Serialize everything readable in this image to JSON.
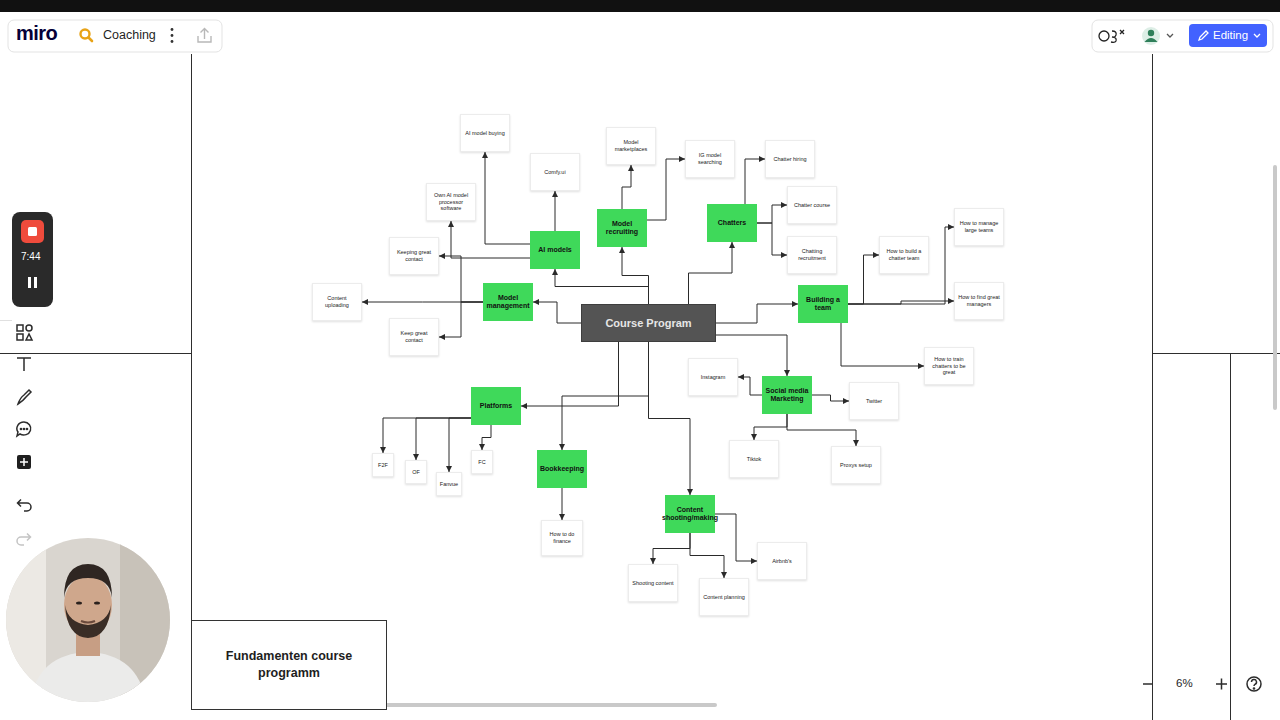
{
  "diagram": {
    "nodes": [
      {
        "text": [
          "Course Program"
        ]
      },
      {
        "text": [
          "AI models"
        ]
      },
      {
        "text": [
          "AI model buying"
        ]
      },
      {
        "text": [
          "Comfy.ui"
        ]
      },
      {
        "text": [
          "Own AI model processor software"
        ]
      },
      {
        "text": [
          "Model recruiting"
        ]
      },
      {
        "text": [
          "Model marketplaces"
        ]
      },
      {
        "text": [
          "IG model searching"
        ]
      },
      {
        "text": [
          "Chatters"
        ]
      },
      {
        "text": [
          "Chatter hiring"
        ]
      },
      {
        "text": [
          "Chatter course"
        ]
      },
      {
        "text": [
          "Chatting recruitment"
        ]
      },
      {
        "text": [
          "Building a team"
        ]
      },
      {
        "text": [
          "How to build a chatter team"
        ]
      },
      {
        "text": [
          "How to manage large teams"
        ]
      },
      {
        "text": [
          "How to find great managers"
        ]
      },
      {
        "text": [
          "How to train chatters to be great"
        ]
      },
      {
        "text": [
          "Social media Marketing"
        ]
      },
      {
        "text": [
          "Instagram"
        ]
      },
      {
        "text": [
          "Twitter"
        ]
      },
      {
        "text": [
          "Tiktok"
        ]
      },
      {
        "text": [
          "Proxys setup"
        ]
      },
      {
        "text": [
          "Content shooting/making"
        ]
      },
      {
        "text": [
          "Shooting content"
        ]
      },
      {
        "text": [
          "Content planning"
        ]
      },
      {
        "text": [
          "Airbnb's"
        ]
      },
      {
        "text": [
          "Bookkeeping"
        ]
      },
      {
        "text": [
          "How to do finance"
        ]
      },
      {
        "text": [
          "Platforms"
        ]
      },
      {
        "text": [
          "F2F"
        ]
      },
      {
        "text": [
          "OF"
        ]
      },
      {
        "text": [
          "Fanvue"
        ]
      },
      {
        "text": [
          "FC"
        ]
      },
      {
        "text": [
          "Model management"
        ]
      },
      {
        "text": [
          "Keeping great contact"
        ]
      },
      {
        "text": [
          "Content uploading"
        ]
      },
      {
        "text": [
          "Keep great contact"
        ]
      },
      {
        "text": [
          "Fundamenten course programm"
        ]
      }
    ],
    "edges": [
      {
        "from": 0,
        "to": 1,
        "arrow": "to"
      },
      {
        "from": 1,
        "to": 2,
        "arrow": "to"
      },
      {
        "from": 1,
        "to": 3,
        "arrow": "to"
      },
      {
        "from": 1,
        "to": 4,
        "arrow": "to"
      },
      {
        "from": 0,
        "to": 5,
        "arrow": "to"
      },
      {
        "from": 5,
        "to": 6,
        "arrow": "to"
      },
      {
        "from": 5,
        "to": 7,
        "arrow": "to"
      },
      {
        "from": 0,
        "to": 8,
        "arrow": "to"
      },
      {
        "from": 8,
        "to": 9,
        "arrow": "to"
      },
      {
        "from": 8,
        "to": 10,
        "arrow": "to"
      },
      {
        "from": 8,
        "to": 11,
        "arrow": "to"
      },
      {
        "from": 0,
        "to": 12,
        "arrow": "to"
      },
      {
        "from": 12,
        "to": 13,
        "arrow": "to"
      },
      {
        "from": 12,
        "to": 14,
        "arrow": "to"
      },
      {
        "from": 12,
        "to": 15,
        "arrow": "to"
      },
      {
        "from": 12,
        "to": 16,
        "arrow": "to"
      },
      {
        "from": 0,
        "to": 17,
        "arrow": "to"
      },
      {
        "from": 17,
        "to": 18,
        "arrow": "to"
      },
      {
        "from": 17,
        "to": 19,
        "arrow": "to"
      },
      {
        "from": 17,
        "to": 20,
        "arrow": "to"
      },
      {
        "from": 17,
        "to": 21,
        "arrow": "to"
      },
      {
        "from": 0,
        "to": 22,
        "arrow": "to"
      },
      {
        "from": 22,
        "to": 23,
        "arrow": "to"
      },
      {
        "from": 22,
        "to": 24,
        "arrow": "to"
      },
      {
        "from": 22,
        "to": 25,
        "arrow": "to"
      },
      {
        "from": 0,
        "to": 26,
        "arrow": "to"
      },
      {
        "from": 26,
        "to": 27,
        "arrow": "to"
      },
      {
        "from": 0,
        "to": 28,
        "arrow": "to"
      },
      {
        "from": 28,
        "to": 29,
        "arrow": "to"
      },
      {
        "from": 28,
        "to": 30,
        "arrow": "to"
      },
      {
        "from": 28,
        "to": 31,
        "arrow": "to"
      },
      {
        "from": 28,
        "to": 32,
        "arrow": "to"
      },
      {
        "from": 0,
        "to": 33,
        "arrow": "to"
      },
      {
        "from": 33,
        "to": 34,
        "arrow": "to"
      },
      {
        "from": 33,
        "to": 35,
        "arrow": "to"
      },
      {
        "from": 33,
        "to": 36,
        "arrow": "to"
      }
    ],
    "labels": [
      "miro",
      "Coaching",
      "Editing",
      "7:44",
      "6%"
    ]
  }
}
